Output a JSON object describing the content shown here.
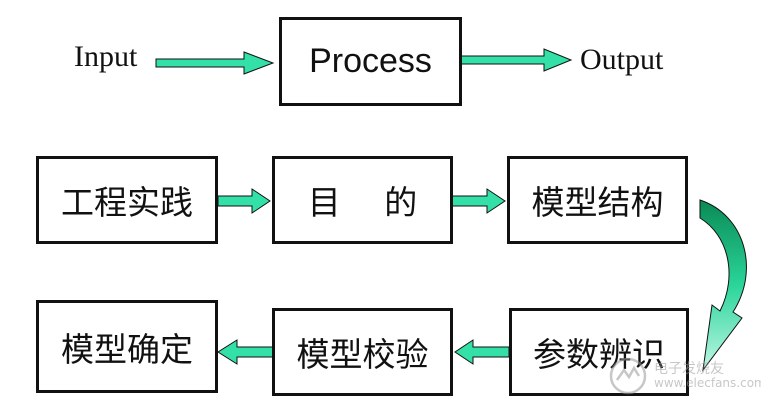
{
  "top_row": {
    "input_label": "Input",
    "process_label": "Process",
    "output_label": "Output"
  },
  "flow": {
    "step1": "工程实践",
    "step2": "目　 的",
    "step3": "模型结构",
    "step4": "参数辨识",
    "step5": "模型校验",
    "step6": "模型确定"
  },
  "colors": {
    "arrow_fill": "#33e0a8",
    "arrow_stroke": "#111111",
    "box_border": "#111111"
  },
  "watermark": {
    "line1": "电子发烧友",
    "line2": "www.elecfans.com"
  }
}
